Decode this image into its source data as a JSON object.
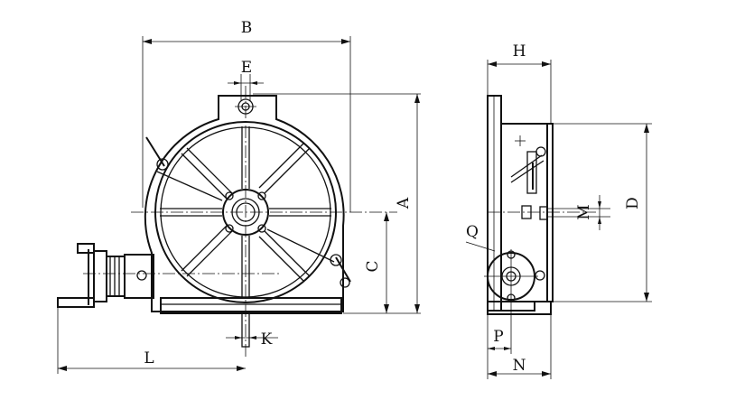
{
  "labels": {
    "B": "B",
    "E": "E",
    "A": "A",
    "C": "C",
    "K": "K",
    "L": "L",
    "H": "H",
    "D": "D",
    "M": "M",
    "Q": "Q",
    "P": "P",
    "N": "N"
  }
}
